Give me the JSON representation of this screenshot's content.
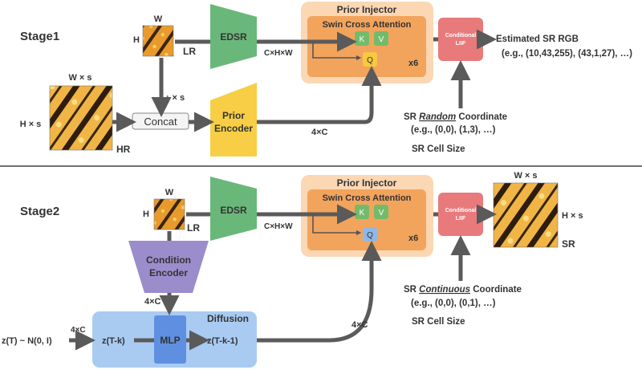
{
  "stage1": {
    "title": "Stage1",
    "lr_dim_w": "W",
    "lr_dim_h": "H",
    "lr_label": "LR",
    "hr_dim_w": "W × s",
    "hr_dim_h": "H × s",
    "hr_label": "HR",
    "upsample": "↑ × s",
    "concat": "Concat",
    "edsr": "EDSR",
    "prior_encoder_1": "Prior",
    "prior_encoder_2": "Encoder",
    "feat_chw": "C×H×W",
    "feat_4c": "4×C",
    "injector_title": "Prior Injector",
    "swin_title": "Swin Cross Attention",
    "k": "K",
    "v": "V",
    "q": "Q",
    "repeat": "x6",
    "liif_1": "Conditional",
    "liif_2": "LIIF",
    "output_1": "Estimated SR RGB",
    "output_2": "(e.g., (10,43,255), (43,1,27), …)",
    "coord_prefix": "SR ",
    "coord_em": "Random",
    "coord_suffix": " Coordinate",
    "coord_eg": "(e.g., (0,0), (1,3), …)",
    "cell": "SR Cell Size"
  },
  "stage2": {
    "title": "Stage2",
    "lr_dim_w": "W",
    "lr_dim_h": "H",
    "lr_label": "LR",
    "edsr": "EDSR",
    "feat_chw": "C×H×W",
    "cond_1": "Condition",
    "cond_2": "Encoder",
    "cond_out": "4×C",
    "diffusion": "Diffusion",
    "noise_in": "4×C",
    "noise_label": "z(T) ~ N(0, I)",
    "zt_k": "z(T-k)",
    "mlp": "MLP",
    "zt_k1": "z(T-k-1)",
    "diff_out": "4×C",
    "injector_title": "Prior Injector",
    "swin_title": "Swin Cross Attention",
    "k": "K",
    "v": "V",
    "q": "Q",
    "repeat": "x6",
    "liif_1": "Conditional",
    "liif_2": "LIIF",
    "sr_dim_w": "W × s",
    "sr_dim_h": "H × s",
    "sr_label": "SR",
    "coord_prefix": "SR ",
    "coord_em": "Continuous",
    "coord_suffix": " Coordinate",
    "coord_eg": "(e.g., (0,0), (0,1), …)",
    "cell": "SR Cell Size"
  },
  "colors": {
    "edsr": "#6ab77a",
    "prior_encoder": "#f7ce45",
    "injector_outer": "#fbd7b3",
    "injector_inner": "#f2a45d",
    "kv": "#73bb6a",
    "q_stage1": "#f6c93e",
    "q_stage2": "#8fb8e4",
    "liif": "#e87a7c",
    "condition_encoder": "#9b8dcc",
    "diffusion": "#a9cbf2",
    "mlp": "#5f8fe0",
    "arrow": "#5a5a5a"
  }
}
